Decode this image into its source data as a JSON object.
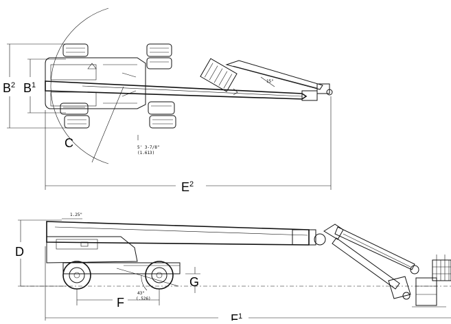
{
  "labels": {
    "b2": "B",
    "b2_sup": "2",
    "b1": "B",
    "b1_sup": "1",
    "c": "C",
    "e2": "E",
    "e2_sup": "2",
    "d": "D",
    "g": "G",
    "f": "F",
    "f1": "F",
    "f1_sup": "1"
  },
  "notes": {
    "top_swing_ft": "5' 3-7/8\"",
    "top_swing_m": "(1.613)",
    "top_angle": "15°",
    "side_height": "1.25\"",
    "side_angle_deg": "43°",
    "side_angle_rad": "(.526)"
  }
}
